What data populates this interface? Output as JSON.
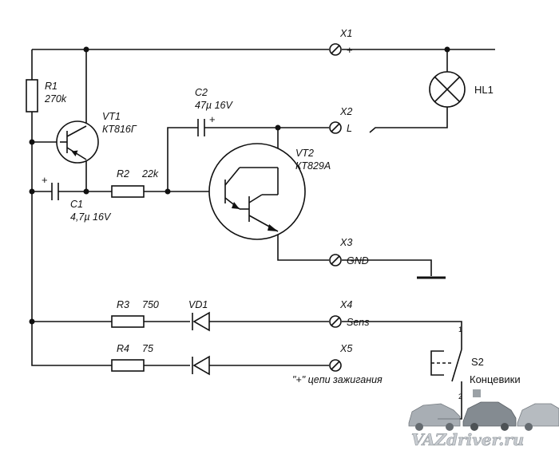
{
  "components": {
    "r1": {
      "ref": "R1",
      "value": "270k"
    },
    "vt1": {
      "ref": "VT1",
      "value": "КТ816Г"
    },
    "c1": {
      "ref": "C1",
      "value": "4,7µ 16V",
      "polarity": "+"
    },
    "r2": {
      "ref": "R2",
      "value": "22k"
    },
    "c2": {
      "ref": "C2",
      "value": "47µ 16V",
      "polarity": "+"
    },
    "vt2": {
      "ref": "VT2",
      "value": "КТ829А"
    },
    "r3": {
      "ref": "R3",
      "value": "750"
    },
    "vd1": {
      "ref": "VD1"
    },
    "r4": {
      "ref": "R4",
      "value": "75"
    },
    "hl1": {
      "ref": "HL1"
    },
    "s2": {
      "ref": "S2",
      "name": "Концевики",
      "pin1": "1",
      "pin2": "2"
    }
  },
  "terminals": {
    "x1": {
      "ref": "X1",
      "signal": "+"
    },
    "x2": {
      "ref": "X2",
      "signal": "L"
    },
    "x3": {
      "ref": "X3",
      "signal": "GND"
    },
    "x4": {
      "ref": "X4",
      "signal": "Sens"
    },
    "x5": {
      "ref": "X5",
      "note": "\"+\" цепи зажигания"
    }
  },
  "watermark": "VAZdriver.ru",
  "colors": {
    "line": "#111111",
    "background": "#ffffff",
    "watermark": "#bfc4c9"
  }
}
